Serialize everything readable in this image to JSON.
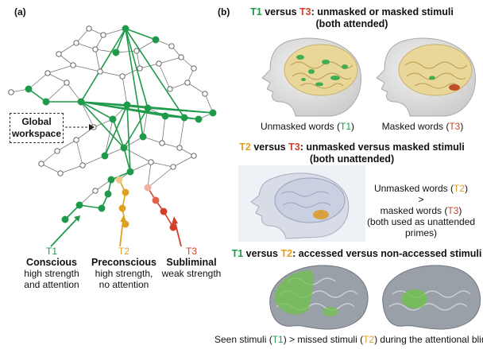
{
  "panel_a": {
    "label": "(a)",
    "workspace_label_line1": "Global",
    "workspace_label_line2": "workspace",
    "conditions": [
      {
        "id": "T1",
        "tag": "T1",
        "name": "Conscious",
        "desc1": "high strength",
        "desc2": "and attention",
        "color": "#1f9a4a"
      },
      {
        "id": "T2",
        "tag": "T2",
        "name": "Preconscious",
        "desc1": "high strength,",
        "desc2": "no attention",
        "color": "#e0a020"
      },
      {
        "id": "T3",
        "tag": "T3",
        "name": "Subliminal",
        "desc1": "weak strength",
        "desc2": "",
        "color": "#d0402a"
      }
    ]
  },
  "panel_b": {
    "label": "(b)",
    "section1": {
      "h_t1": "T1",
      "h_mid": " versus ",
      "h_t3": "T3",
      "h_rest": ": unmasked or masked stimuli",
      "h_line2": "(both attended)",
      "cap_left_text": "Unmasked words (",
      "cap_left_tag": "T1",
      "cap_right_text": "Masked words (",
      "cap_right_tag": "T3",
      "close": ")"
    },
    "section2": {
      "h_t2": "T2",
      "h_mid": " versus ",
      "h_t3": "T3",
      "h_rest": ": unmasked versus masked stimuli",
      "h_line2": "(both unattended)",
      "line1_text": "Unmasked words (",
      "line1_tag": "T2",
      "gt": ">",
      "line3_text": "masked words (",
      "line3_tag": "T3",
      "line4": "(both used as unattended primes)",
      "close": ")"
    },
    "section3": {
      "h_t1": "T1",
      "h_mid": " versus ",
      "h_t2": "T2",
      "h_rest": ": accessed versus non-accessed stimuli",
      "cap_a": "Seen stimuli (",
      "cap_t1": "T1",
      "cap_b": ") > missed stimuli (",
      "cap_t2": "T2",
      "cap_c": ") during the attentional blink"
    }
  },
  "colors": {
    "t1_green": "#1f9a4a",
    "t2_orange": "#e0a020",
    "t3_red": "#d0402a",
    "network_gray": "#666666"
  }
}
